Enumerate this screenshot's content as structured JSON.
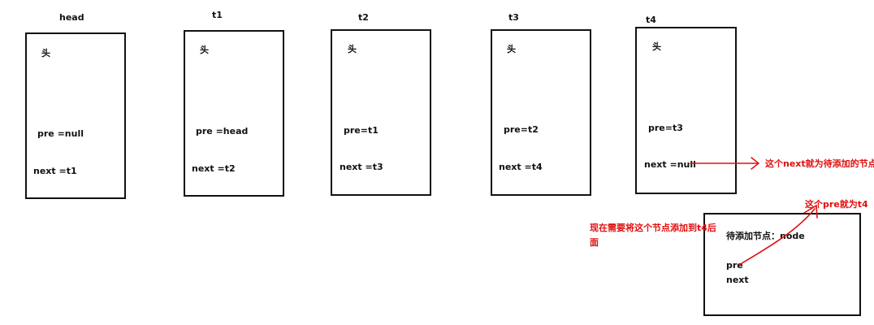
{
  "nodes": [
    {
      "name": "head",
      "head": "头",
      "pre": "pre =null",
      "next": "next =t1"
    },
    {
      "name": "t1",
      "head": "头",
      "pre": "pre =head",
      "next": "next =t2"
    },
    {
      "name": "t2",
      "head": "头",
      "pre": "pre=t1",
      "next": "next =t3"
    },
    {
      "name": "t3",
      "head": "头",
      "pre": "pre=t2",
      "next": "next =t4"
    },
    {
      "name": "t4",
      "head": "头",
      "pre": "pre=t3",
      "next": "next =null"
    }
  ],
  "new_node": {
    "title": "待添加节点：node",
    "pre": "pre",
    "next": "next"
  },
  "annotations": {
    "next_note": "这个next就为待添加的节点",
    "pre_note": "这个pre就为t4",
    "instruction_line1": "现在需要将这个节点添加到t4后",
    "instruction_line2": "面"
  },
  "colors": {
    "annotation": "#e01010",
    "border": "#111111"
  }
}
